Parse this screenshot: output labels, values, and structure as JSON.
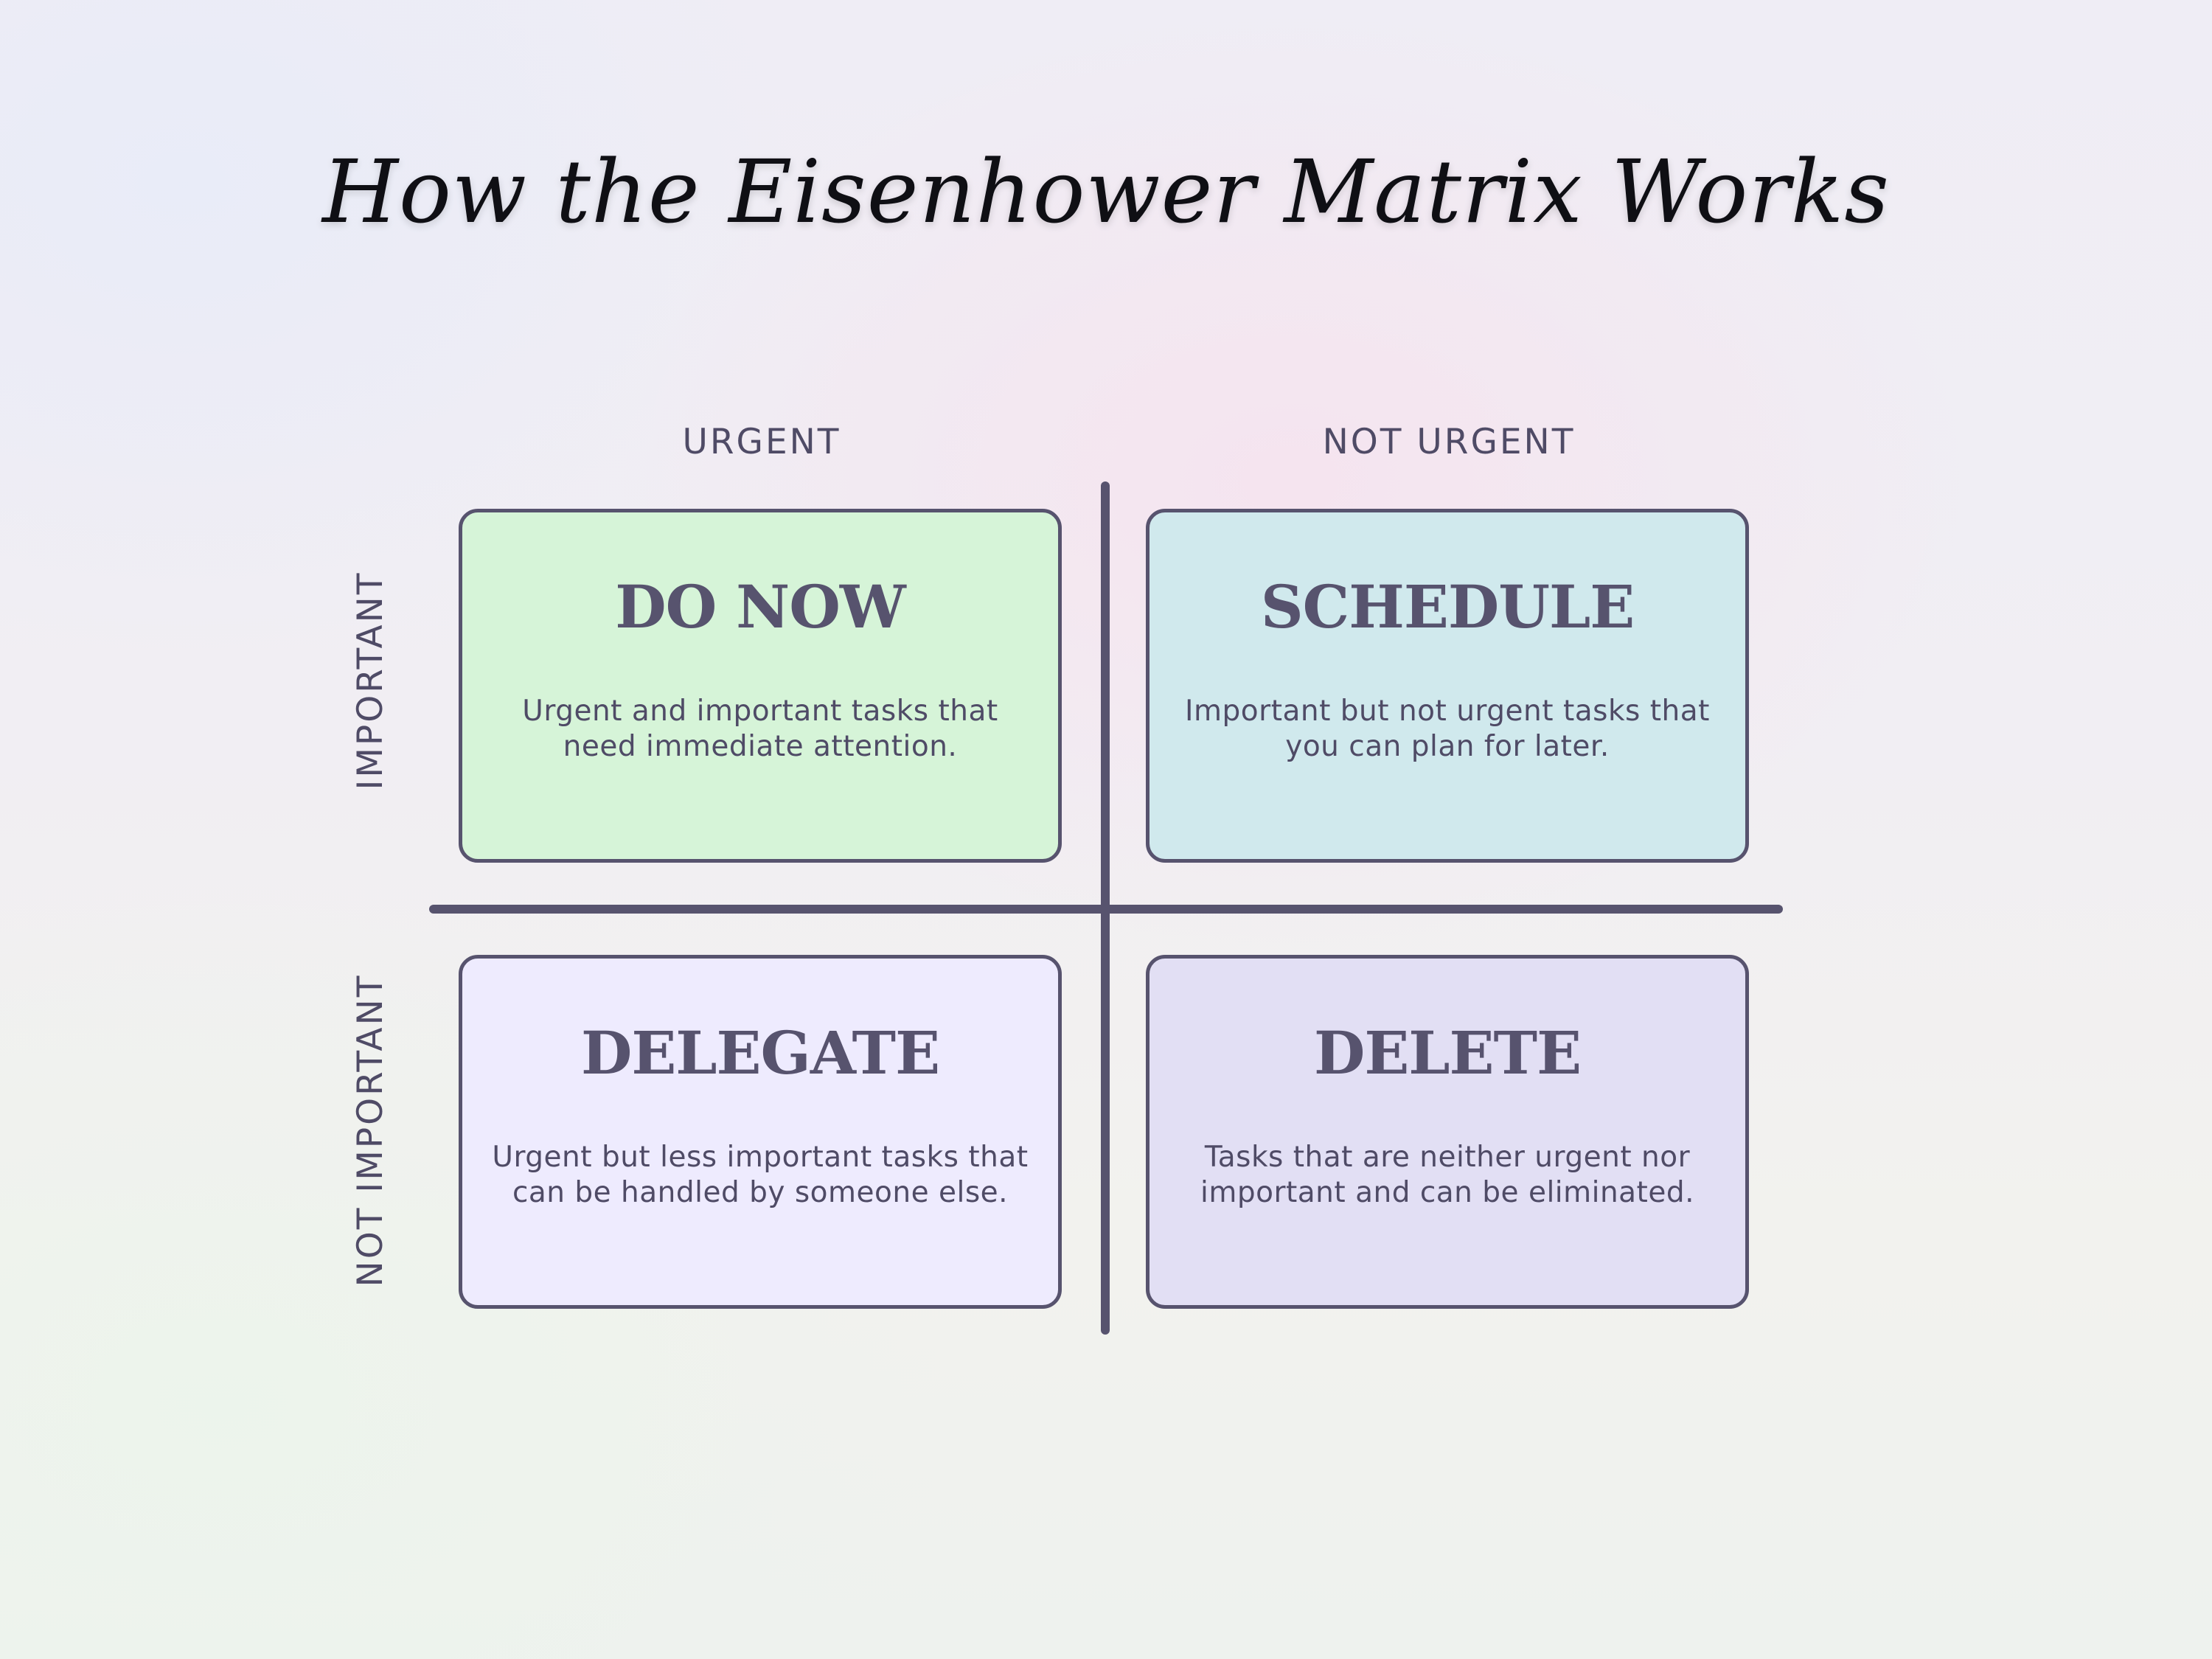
{
  "title": "How the Eisenhower Matrix Works",
  "columns": [
    "URGENT",
    "NOT URGENT"
  ],
  "rows": [
    "IMPORTANT",
    "NOT IMPORTANT"
  ],
  "quadrants": [
    {
      "title": "DO NOW",
      "description": "Urgent and important tasks that need immediate attention.",
      "color": "#d6f4d8"
    },
    {
      "title": "SCHEDULE",
      "description": "Important but not urgent tasks that you can plan for later.",
      "color": "#d0e9ed"
    },
    {
      "title": "DELEGATE",
      "description": "Urgent but less important tasks that can be handled by someone else.",
      "color": "#eeebfe"
    },
    {
      "title": "DELETE",
      "description": "Tasks that are neither urgent nor important and can be eliminated.",
      "color": "#e2dff4"
    }
  ],
  "colors": {
    "outline": "#57536e",
    "label": "#4f4b66",
    "title": "#0f0f14"
  }
}
